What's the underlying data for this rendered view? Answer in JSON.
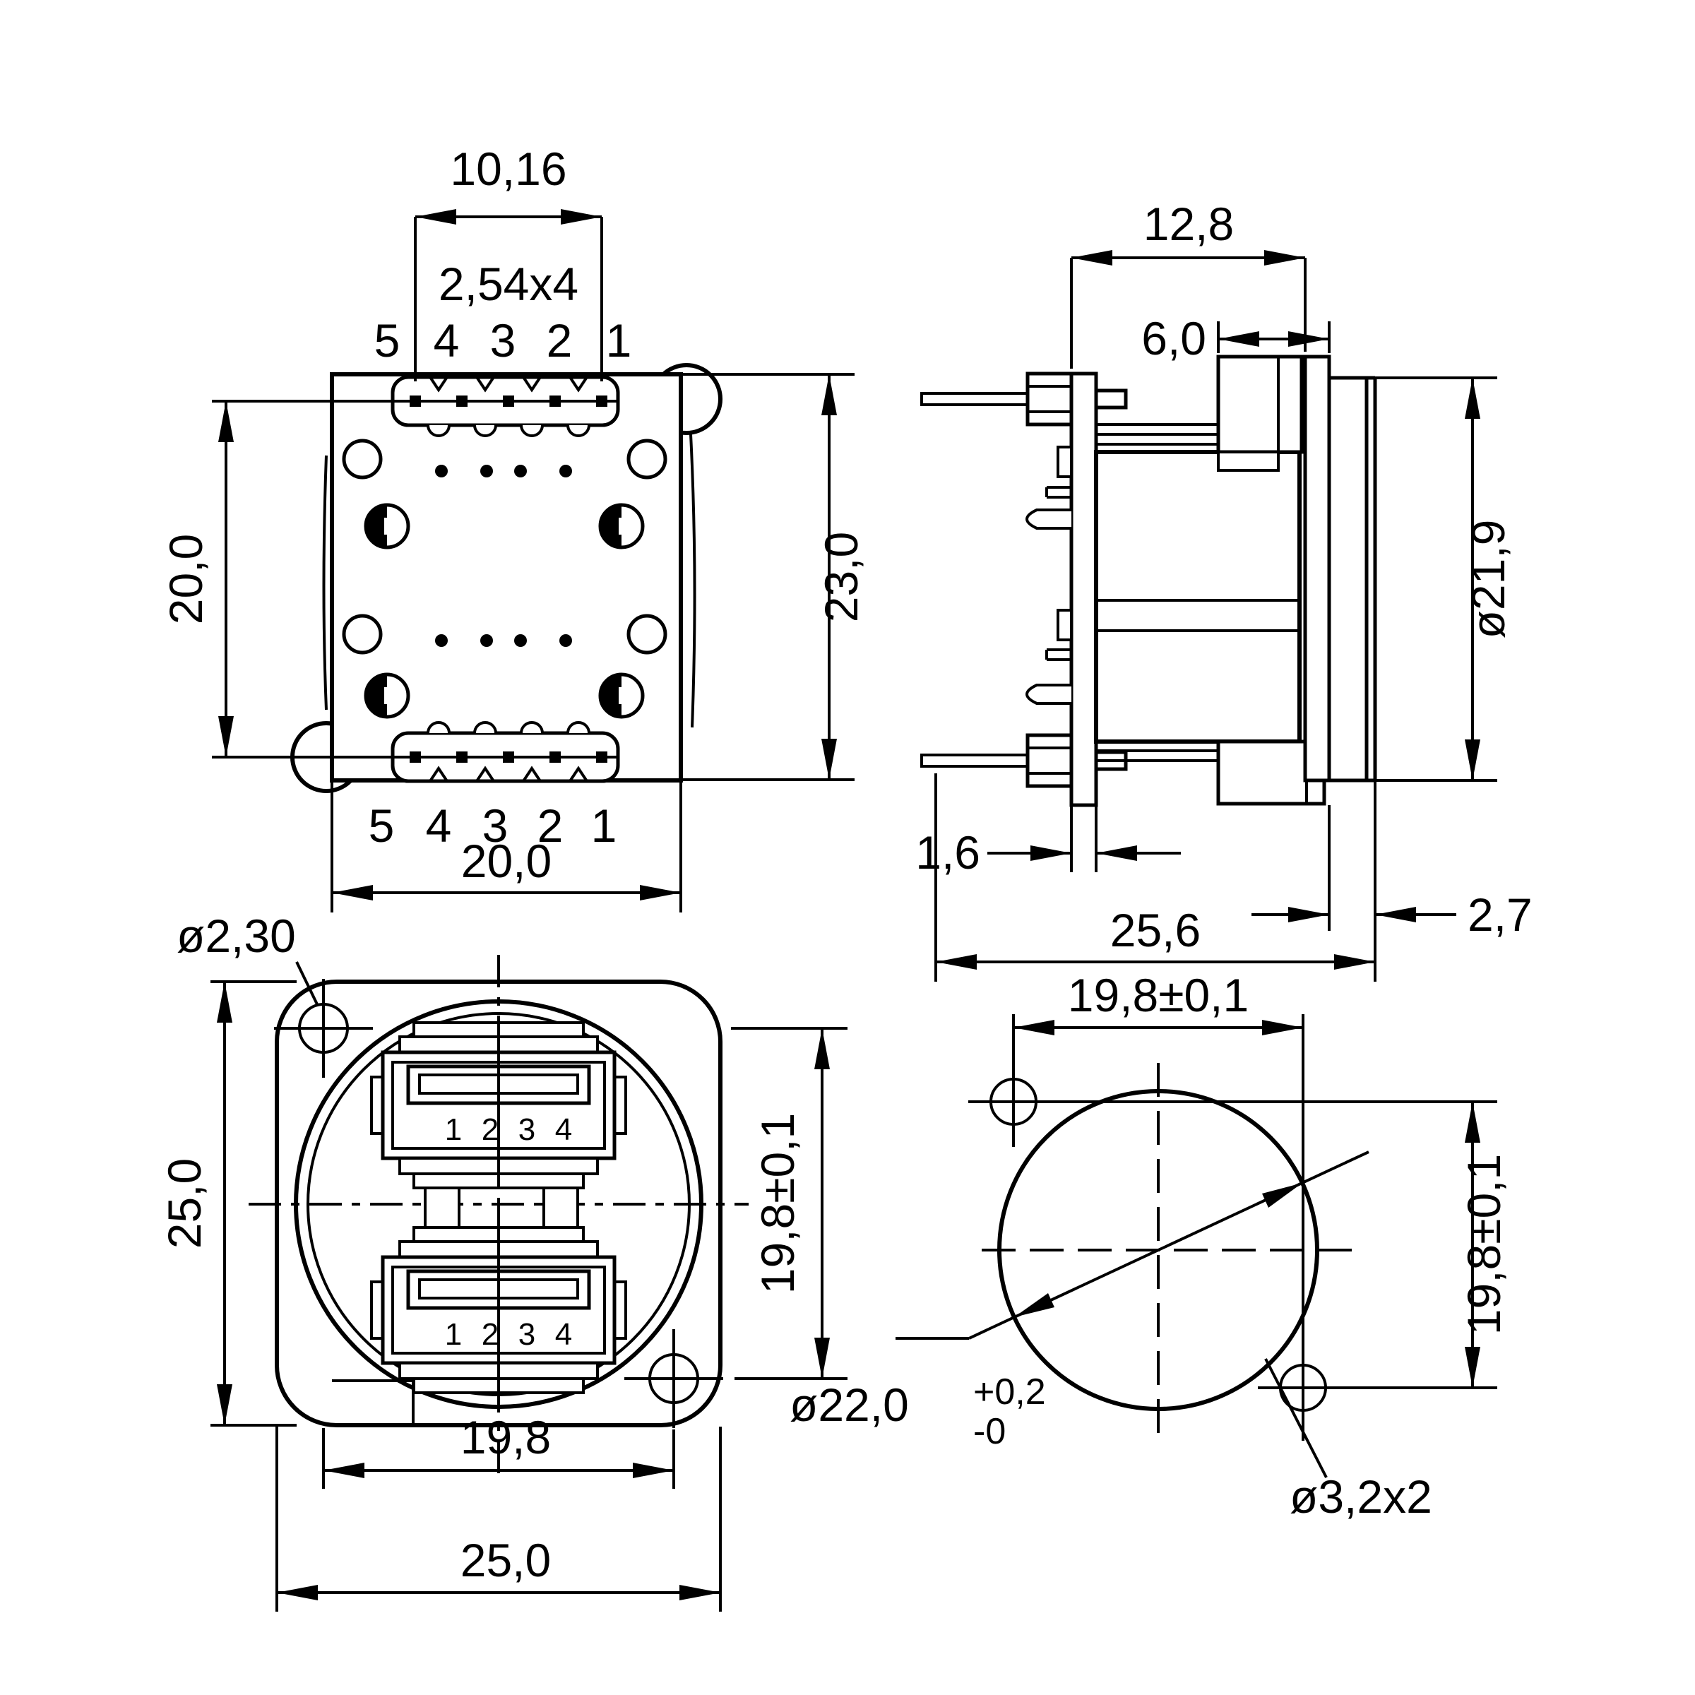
{
  "colors": {
    "line": "#000000",
    "background": "#ffffff"
  },
  "views": {
    "rear": {
      "label_row_span": "10,16",
      "label_pin_pitch": "2,54x4",
      "pins_top": [
        "5",
        "4",
        "3",
        "2",
        "1"
      ],
      "pins_bottom": [
        "5",
        "4",
        "3",
        "2",
        "1"
      ],
      "label_pin_row_spacing": "20,0",
      "label_body_height": "23,0",
      "label_body_width": "20,0"
    },
    "side": {
      "label_depth_body": "12,8",
      "label_front_protrusion": "6,0",
      "label_barrel_diameter": "ø21,9",
      "label_pcb_thickness": "1,6",
      "label_flange_to_face": "2,7",
      "label_total_depth": "25,6"
    },
    "front": {
      "label_mount_hole_diameter": "ø2,30",
      "label_flange_height": "25,0",
      "label_mount_hole_spacing_vertical": "19,8±0,1",
      "usb_top_pins": [
        "1",
        "2",
        "3",
        "4"
      ],
      "usb_bottom_pins": [
        "1",
        "2",
        "3",
        "4"
      ],
      "label_mount_hole_spacing_horizontal": "19,8",
      "label_flange_width": "25,0"
    },
    "cutout": {
      "label_hole_spacing_horizontal": "19,8±0,1",
      "label_hole_spacing_vertical": "19,8±0,1",
      "label_cutout_diameter": "ø22,0",
      "label_cutout_tolerance_plus": "+0,2",
      "label_cutout_tolerance_minus": "-0",
      "label_mount_holes": "ø3,2x2"
    }
  }
}
